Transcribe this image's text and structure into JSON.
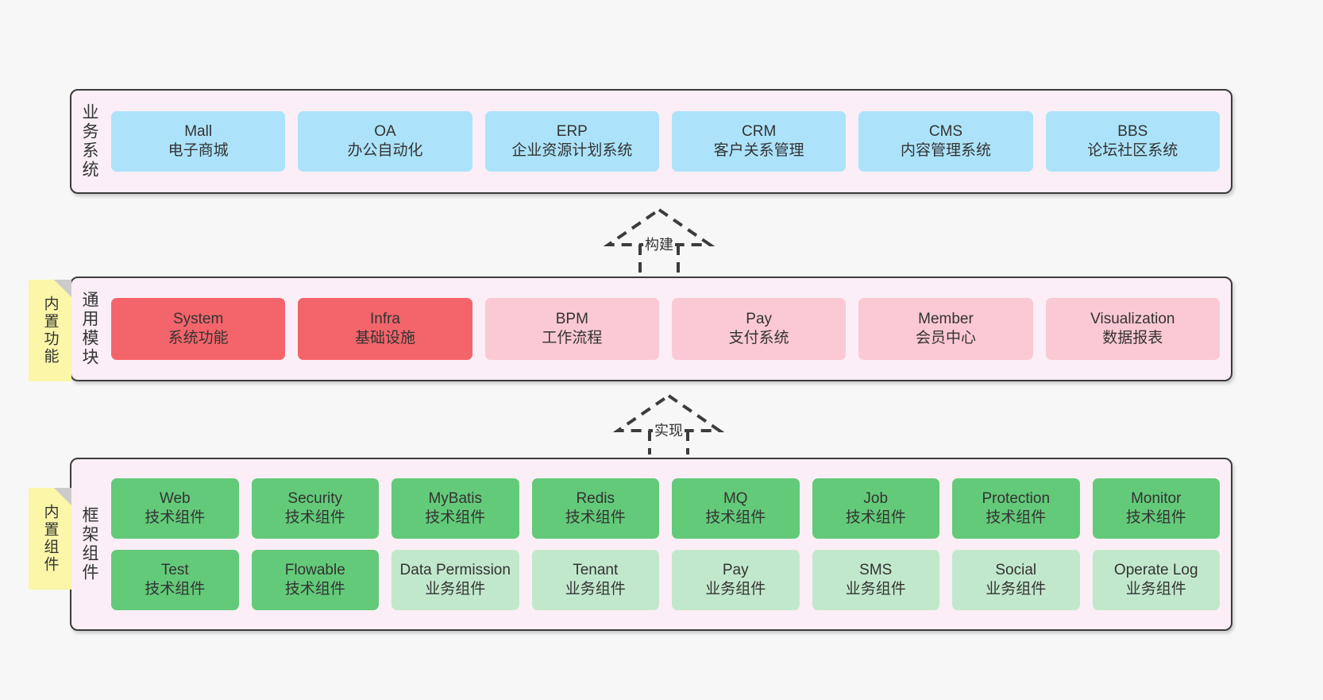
{
  "diagram": {
    "background": "#f7f7f7",
    "panel_fill": "#fbeef6",
    "panel_border": "#3c3c3c",
    "sticky_fill": "#fbf6a8"
  },
  "layers": [
    {
      "id": "business-systems",
      "title": "业务系统",
      "card_color": "#ace3fa",
      "rows": [
        [
          {
            "en": "Mall",
            "cn": "电子商城"
          },
          {
            "en": "OA",
            "cn": "办公自动化"
          },
          {
            "en": "ERP",
            "cn": "企业资源计划系统"
          },
          {
            "en": "CRM",
            "cn": "客户关系管理"
          },
          {
            "en": "CMS",
            "cn": "内容管理系统"
          },
          {
            "en": "BBS",
            "cn": "论坛社区系统"
          }
        ]
      ]
    },
    {
      "id": "general-modules",
      "title": "通用模块",
      "sticky": "内置功能",
      "rows": [
        [
          {
            "en": "System",
            "cn": "系统功能",
            "color": "#f4656b"
          },
          {
            "en": "Infra",
            "cn": "基础设施",
            "color": "#f4656b"
          },
          {
            "en": "BPM",
            "cn": "工作流程",
            "color": "#fbc9d4"
          },
          {
            "en": "Pay",
            "cn": "支付系统",
            "color": "#fbc9d4"
          },
          {
            "en": "Member",
            "cn": "会员中心",
            "color": "#fbc9d4"
          },
          {
            "en": "Visualization",
            "cn": "数据报表",
            "color": "#fbc9d4"
          }
        ]
      ]
    },
    {
      "id": "framework-components",
      "title": "框架组件",
      "sticky": "内置组件",
      "rows": [
        [
          {
            "en": "Web",
            "cn": "技术组件",
            "color": "#63ca79"
          },
          {
            "en": "Security",
            "cn": "技术组件",
            "color": "#63ca79"
          },
          {
            "en": "MyBatis",
            "cn": "技术组件",
            "color": "#63ca79"
          },
          {
            "en": "Redis",
            "cn": "技术组件",
            "color": "#63ca79"
          },
          {
            "en": "MQ",
            "cn": "技术组件",
            "color": "#63ca79"
          },
          {
            "en": "Job",
            "cn": "技术组件",
            "color": "#63ca79"
          },
          {
            "en": "Protection",
            "cn": "技术组件",
            "color": "#63ca79"
          },
          {
            "en": "Monitor",
            "cn": "技术组件",
            "color": "#63ca79"
          }
        ],
        [
          {
            "en": "Test",
            "cn": "技术组件",
            "color": "#63ca79"
          },
          {
            "en": "Flowable",
            "cn": "技术组件",
            "color": "#63ca79"
          },
          {
            "en": "Data Permission",
            "cn": "业务组件",
            "color": "#c2e8cc"
          },
          {
            "en": "Tenant",
            "cn": "业务组件",
            "color": "#c2e8cc"
          },
          {
            "en": "Pay",
            "cn": "业务组件",
            "color": "#c2e8cc"
          },
          {
            "en": "SMS",
            "cn": "业务组件",
            "color": "#c2e8cc"
          },
          {
            "en": "Social",
            "cn": "业务组件",
            "color": "#c2e8cc"
          },
          {
            "en": "Operate Log",
            "cn": "业务组件",
            "color": "#c2e8cc"
          }
        ]
      ]
    }
  ],
  "connectors": [
    {
      "id": "build",
      "label": "构建",
      "from": "general-modules",
      "to": "business-systems"
    },
    {
      "id": "implement",
      "label": "实现",
      "from": "framework-components",
      "to": "general-modules"
    }
  ]
}
